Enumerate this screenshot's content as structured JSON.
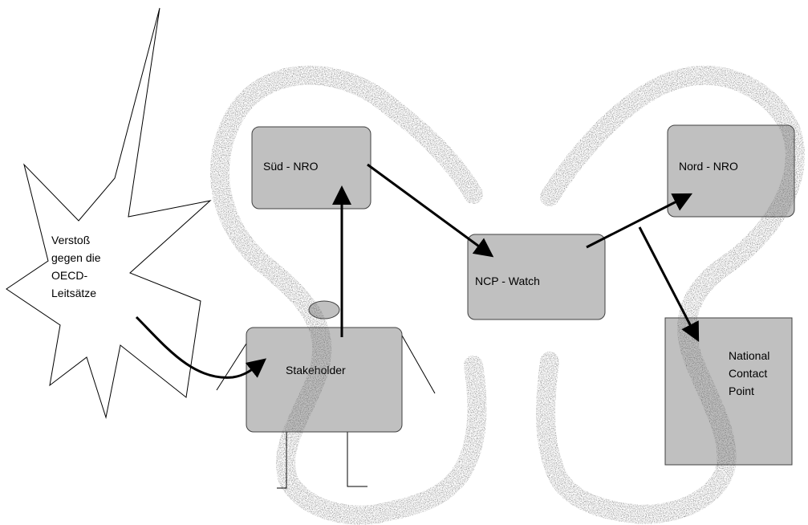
{
  "burst": {
    "lines": [
      "Verstoß",
      "gegen die",
      "OECD-",
      "Leitsätze"
    ]
  },
  "nodes": {
    "sued_nro": "Süd - NRO",
    "nord_nro": "Nord - NRO",
    "ncp_watch": "NCP - Watch",
    "stakeholder": "Stakeholder",
    "ncp": [
      "National",
      "Contact",
      "Point"
    ]
  },
  "colors": {
    "box_fill": "#c0c0c0",
    "band": "#5a5a5a",
    "arrow": "#000000"
  }
}
